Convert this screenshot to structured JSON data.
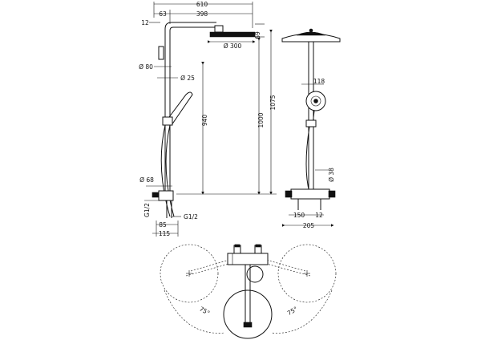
{
  "dimensions": {
    "overall_width": "610",
    "d63": "63",
    "d398": "398",
    "d12": "12",
    "d69": "69",
    "d300": "Ø 300",
    "d80": "Ø 80",
    "d25": "Ø 25",
    "d940": "940",
    "d1000": "1000",
    "d1075": "1075",
    "d68": "Ø 68",
    "dg12_left": "G1/2",
    "dg12_right": "G1/2",
    "d85": "85",
    "d115": "115",
    "d118": "118",
    "d38": "Ø 38",
    "d150": "150",
    "d12b": "12",
    "d205": "205",
    "angle_left": "75°",
    "angle_right": "75°"
  }
}
